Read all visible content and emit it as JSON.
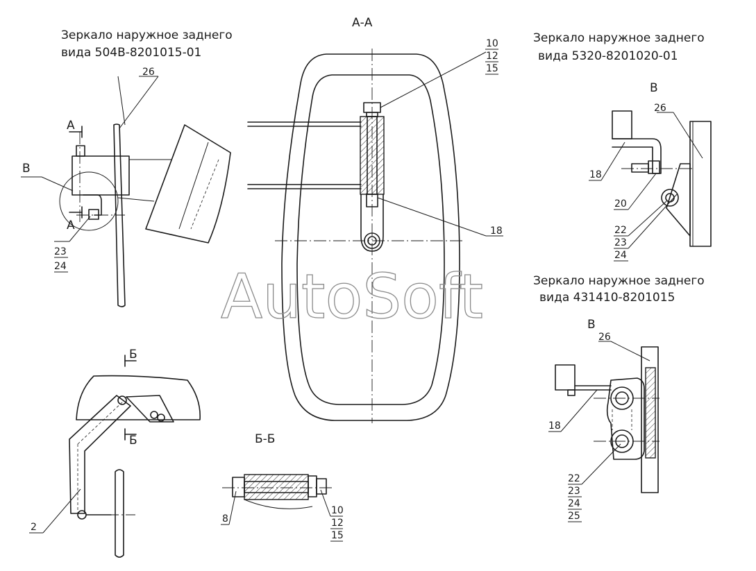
{
  "section_aa": "А-А",
  "section_bb": "Б-Б",
  "watermark": "AutoSoft",
  "mirror_504": {
    "line1": "Зеркало наружное заднего",
    "line2": "вида 504В-8201015-01"
  },
  "mirror_5320": {
    "line1": "Зеркало наружное заднего",
    "line2": "вида 5320-8201020-01"
  },
  "mirror_431410": {
    "line1": "Зеркало наружное заднего",
    "line2": "вида 431410-8201015"
  },
  "view_v": "В",
  "cut_a": "А",
  "cut_b": "Б",
  "callouts": {
    "n2": "2",
    "n8": "8",
    "n10": "10",
    "n12": "12",
    "n15": "15",
    "n18": "18",
    "n20": "20",
    "n22": "22",
    "n23": "23",
    "n24": "24",
    "n25": "25",
    "n26": "26"
  }
}
